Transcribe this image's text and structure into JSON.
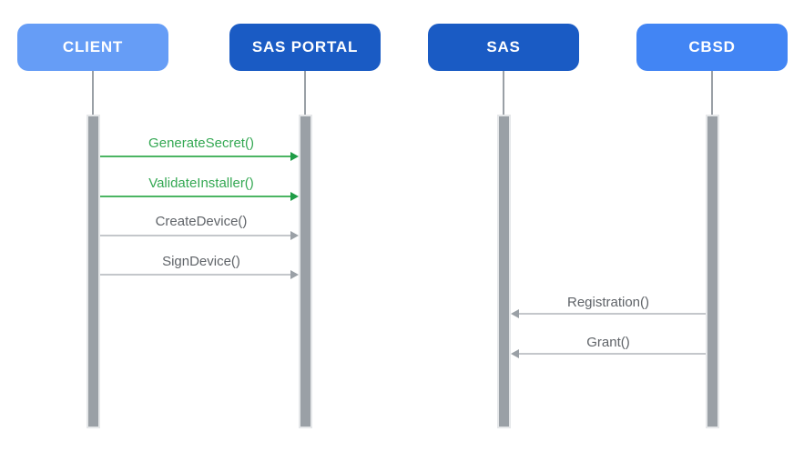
{
  "diagram": {
    "type": "sequence",
    "participants": [
      {
        "id": "client",
        "label": "CLIENT",
        "fill": "#669DF6"
      },
      {
        "id": "sas-portal",
        "label": "SAS PORTAL",
        "fill": "#1A5BC4"
      },
      {
        "id": "sas",
        "label": "SAS",
        "fill": "#1A5BC4"
      },
      {
        "id": "cbsd",
        "label": "CBSD",
        "fill": "#4285F4"
      }
    ],
    "messages": [
      {
        "label": "GenerateSecret()",
        "from": "CLIENT",
        "to": "SAS PORTAL",
        "direction": "right",
        "color": "#34A853"
      },
      {
        "label": "ValidateInstaller()",
        "from": "CLIENT",
        "to": "SAS PORTAL",
        "direction": "right",
        "color": "#34A853"
      },
      {
        "label": "CreateDevice()",
        "from": "CLIENT",
        "to": "SAS PORTAL",
        "direction": "right",
        "color": "#5F6368"
      },
      {
        "label": "SignDevice()",
        "from": "CLIENT",
        "to": "SAS PORTAL",
        "direction": "right",
        "color": "#5F6368"
      },
      {
        "label": "Registration()",
        "from": "CBSD",
        "to": "SAS",
        "direction": "left",
        "color": "#5F6368"
      },
      {
        "label": "Grant()",
        "from": "CBSD",
        "to": "SAS",
        "direction": "left",
        "color": "#5F6368"
      }
    ],
    "colors": {
      "background": "#FFFFFF",
      "activation_bar": "#9AA0A6",
      "lifeline": "#9AA0A6",
      "green_arrow": "#34A853",
      "gray_arrow": "#9AA0A6",
      "gray_text": "#5F6368"
    }
  }
}
